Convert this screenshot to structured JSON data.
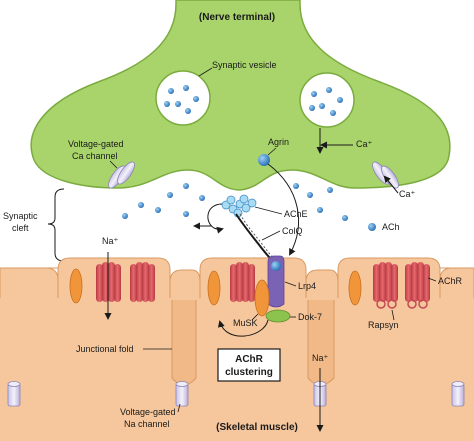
{
  "labels": {
    "nerve_terminal": "(Nerve terminal)",
    "synaptic_vesicle": "Synaptic vesicle",
    "vgcc_line1": "Voltage-gated",
    "vgcc_line2": "Ca channel",
    "agrin": "Agrin",
    "ca_inside": "Ca⁺",
    "ca_outside": "Ca⁺",
    "synaptic_cleft_line1": "Synaptic",
    "synaptic_cleft_line2": "cleft",
    "na_top": "Na⁺",
    "ache": "AChE",
    "colq": "ColQ",
    "ach": "ACh",
    "lrp4": "Lrp4",
    "achr": "AChR",
    "dok7": "Dok-7",
    "musk": "MuSK",
    "rapsyn": "Rapsyn",
    "achr_clustering_line1": "AChR",
    "achr_clustering_line2": "clustering",
    "junctional_fold": "Junctional fold",
    "na_bottom": "Na⁺",
    "vgnc_line1": "Voltage-gated",
    "vgnc_line2": "Na channel",
    "skeletal_muscle": "(Skeletal muscle)"
  },
  "colors": {
    "nerve_fill": "#a9d46b",
    "nerve_stroke": "#7bab3f",
    "muscle_fill": "#f6c79c",
    "muscle_stroke": "#d99a62",
    "vesicle_fill": "#ffffff",
    "ach_blue": "#3b86c8",
    "achr_red": "#d9585e",
    "orange_channel": "#f0953a",
    "lrp4_purple": "#7a62b5",
    "dok7_green": "#8cc34f",
    "rapsyn_pink": "#e9a6aa"
  }
}
